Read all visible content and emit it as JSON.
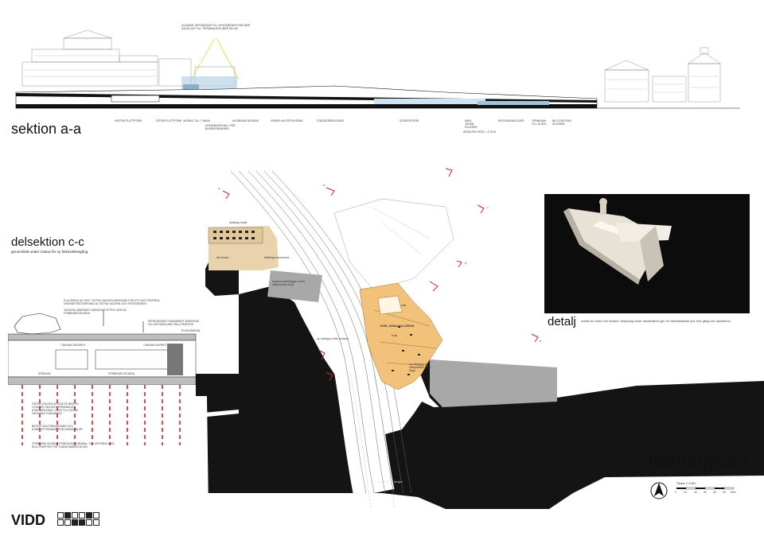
{
  "section_aa": {
    "title": "sektion a-a",
    "annotation": "GLASADE UPPGÅNGAR TILL RYSSGÅRDEN FÖR MER DAGSLJUS TILL TERMINALENS INRE DELAR",
    "labels": [
      "VÄSTRA PLATTFORM",
      "ÖSTRA PLATTFORM",
      "INGÅNG TILL T-BANA",
      "AVGÅENDE BUSSAR",
      "VÄNDPLAN FÖR BUSSAR",
      "STADSGÅRDSLEDEN",
      "SÖDERSTRÖM",
      "KARL JOHAN-SLUSSEN",
      "RESTAURANG/CAFÉ",
      "TERMINUM TILL SLUSS",
      "NILS ERICSON-SLUSSEN"
    ],
    "sub_labels": [
      "AVSÄKNINGSHALL FÖR BUSSRESENÄRER",
      "SEGELFRI HÖJD = 3,75 M"
    ]
  },
  "section_cc": {
    "title": "delsektion c-c",
    "subtitle": "genomskitt under t-bana för ny förbindelsegång",
    "notes": [
      "PLACERING AV VÄG I ÖSTRA VÄGGEN ANPASSAS FÖR ATT INTE PÅVERKA GRUNDFÖRSTÄRKNING AV ÖSTRA VÄGGEN OCH RYSSGÅRDEN",
      "VÄGGEN UNDERART ANPASSAS EFTER LÄGE AV FÖRBINDELSEGÅNG",
      "PERRONGENS FUNDAMENT ANPASSAS VID UPPGÅNG MED RULLTRAPPOR",
      "RYSSGÅRDEN",
      "T-BANAN SÖDERUT",
      "T-BANAN NORRUT",
      "SPÅRVÄG",
      "FÖRBINDELSEGÅNG",
      "ÖSTRA VÄGGEN BYGGS PÅ MED EN LIVINGEK DEA MOT TERMINALEN SOM ANPASSAS I LÄGE TILL ÖSTRA VÄGGENS FUNDAMENT",
      "BEFINTLIGA FÖRANKRADE OCH KOMPLETTERANDE STÅLKÄRNSPÅLAR",
      "FÖRBINDELSEGÅNG FRÅN BUSSTERMINAL TILL UPPGÅNG MED RULLTRAPPOR FÖR TUNNELBANESTATION"
    ]
  },
  "plan": {
    "labels": [
      "befintligt fundit",
      "def fundat",
      "befintliget kontorlanx",
      "kopiamonmenttiggen under stadermadra berg",
      "KARL JOHAN GALLERIAN",
      "café",
      "butik",
      "ny rulltrappor från terminal",
      "ny rulltrappa till saltsjöbanan / bef. länge",
      "uppgång Vita bergen"
    ],
    "markers": [
      "a",
      "b",
      "c",
      "d",
      "e"
    ]
  },
  "detail": {
    "title": "detalj",
    "description": "modell av räcke och brokant, belysning under handledaren ger ett ickebländande ljus över gång och cykelbanor"
  },
  "footer": {
    "plan_title": "mellanplan",
    "scale_label": "Skala 1:1000",
    "scale_ticks": [
      "0",
      "10",
      "20",
      "30",
      "40",
      "50",
      "60m"
    ],
    "logo": "VIDD"
  }
}
